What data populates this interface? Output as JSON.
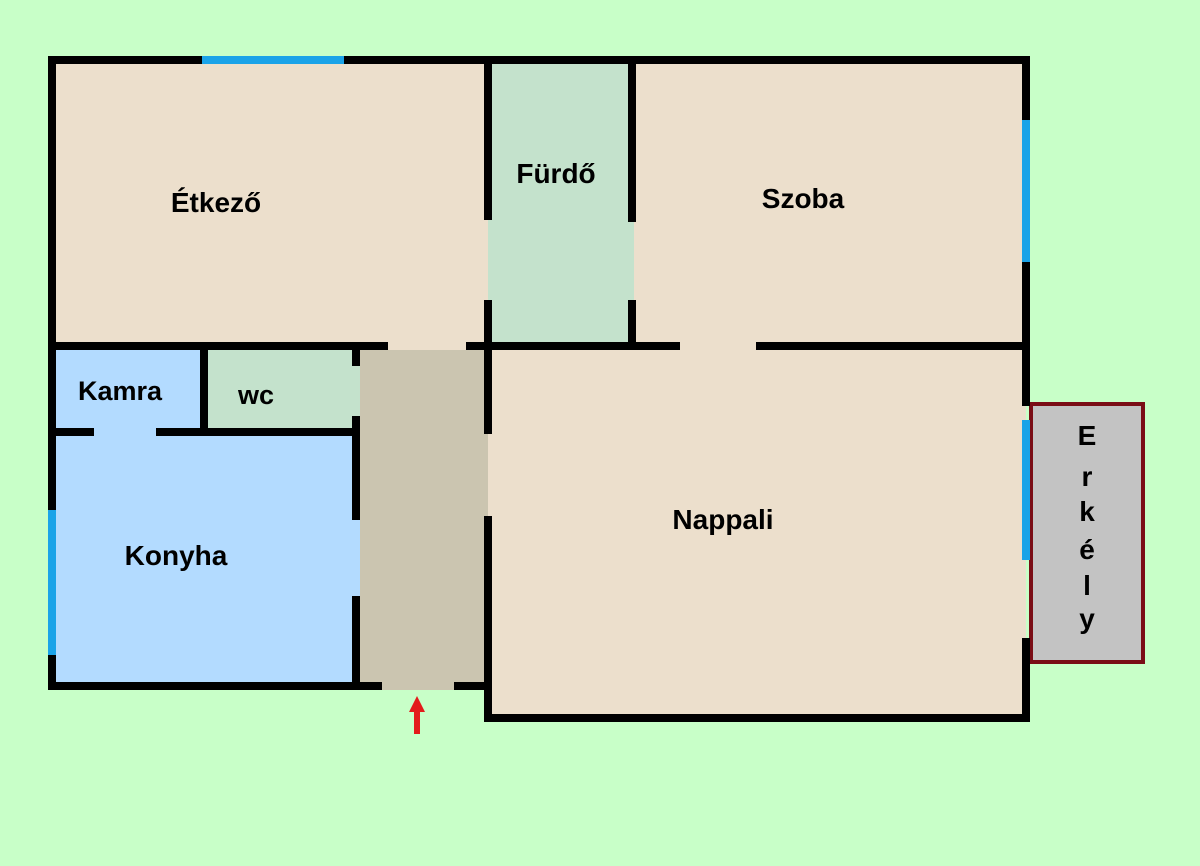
{
  "floorplan": {
    "rooms": [
      {
        "id": "etkezo",
        "label": "Étkező",
        "fill": "#ecdfcc"
      },
      {
        "id": "furdo",
        "label": "Fürdő",
        "fill": "#c4e2cc"
      },
      {
        "id": "szoba",
        "label": "Szoba",
        "fill": "#ecdfcc"
      },
      {
        "id": "kamra",
        "label": "Kamra",
        "fill": "#b3dbff"
      },
      {
        "id": "wc",
        "label": "wc",
        "fill": "#c4e2cc"
      },
      {
        "id": "konyha",
        "label": "Konyha",
        "fill": "#b3dbff"
      },
      {
        "id": "hallway",
        "label": "",
        "fill": "#cbc5b0"
      },
      {
        "id": "nappali",
        "label": "Nappali",
        "fill": "#ecdfcc"
      },
      {
        "id": "erkely",
        "label": "Erkély",
        "fill": "#c3c3c3"
      }
    ],
    "erkely_letters": [
      "E",
      "r",
      "k",
      "é",
      "l",
      "y"
    ],
    "colors": {
      "background": "#c8ffc8",
      "wall": "#000000",
      "window": "#1aa3e8",
      "balcony_border": "#7a0d16",
      "entrance_arrow": "#e31b1b"
    },
    "entrance_icon": "up-arrow-icon"
  }
}
